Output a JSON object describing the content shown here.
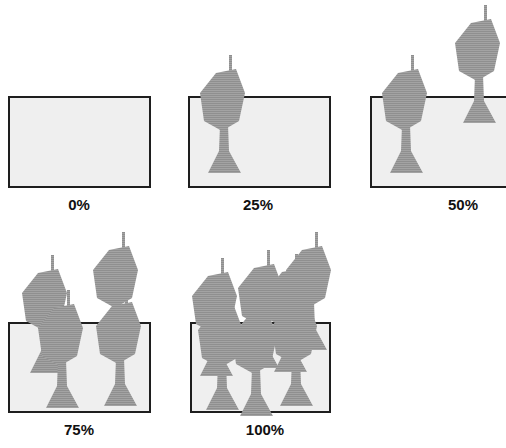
{
  "diagram": {
    "nodes": [
      {
        "text": [
          "0%"
        ]
      },
      {
        "text": [
          "25%"
        ]
      },
      {
        "text": [
          "50%"
        ]
      },
      {
        "text": [
          "75%"
        ]
      },
      {
        "text": [
          "100%"
        ]
      }
    ]
  }
}
